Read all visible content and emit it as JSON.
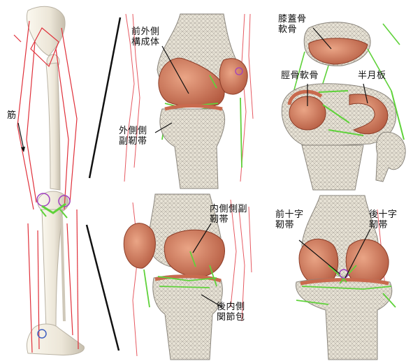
{
  "labels": {
    "muscle": "筋",
    "anterolateral": "前外側\n構成体",
    "lateral_collateral": "外側側\n副靭帯",
    "patella_cartilage": "膝蓋骨\n軟骨",
    "tibial_cartilage": "脛骨軟骨",
    "meniscus": "半月板",
    "medial_collateral": "内側側副\n靭帯",
    "acl": "前十字\n靭帯",
    "pcl": "後十字\n靭帯",
    "posteromedial_capsule": "後内側\n関節包"
  },
  "colors": {
    "bone": "#ebe6da",
    "bone_shadow": "#b9b2a3",
    "mesh": "#6f6a62",
    "cartilage": "#c96a4e",
    "cartilage_light": "#e39a7c",
    "muscle_line": "#e0303a",
    "ligament": "#5fd23a",
    "marker": "#a040c0",
    "leader": "#111111"
  }
}
